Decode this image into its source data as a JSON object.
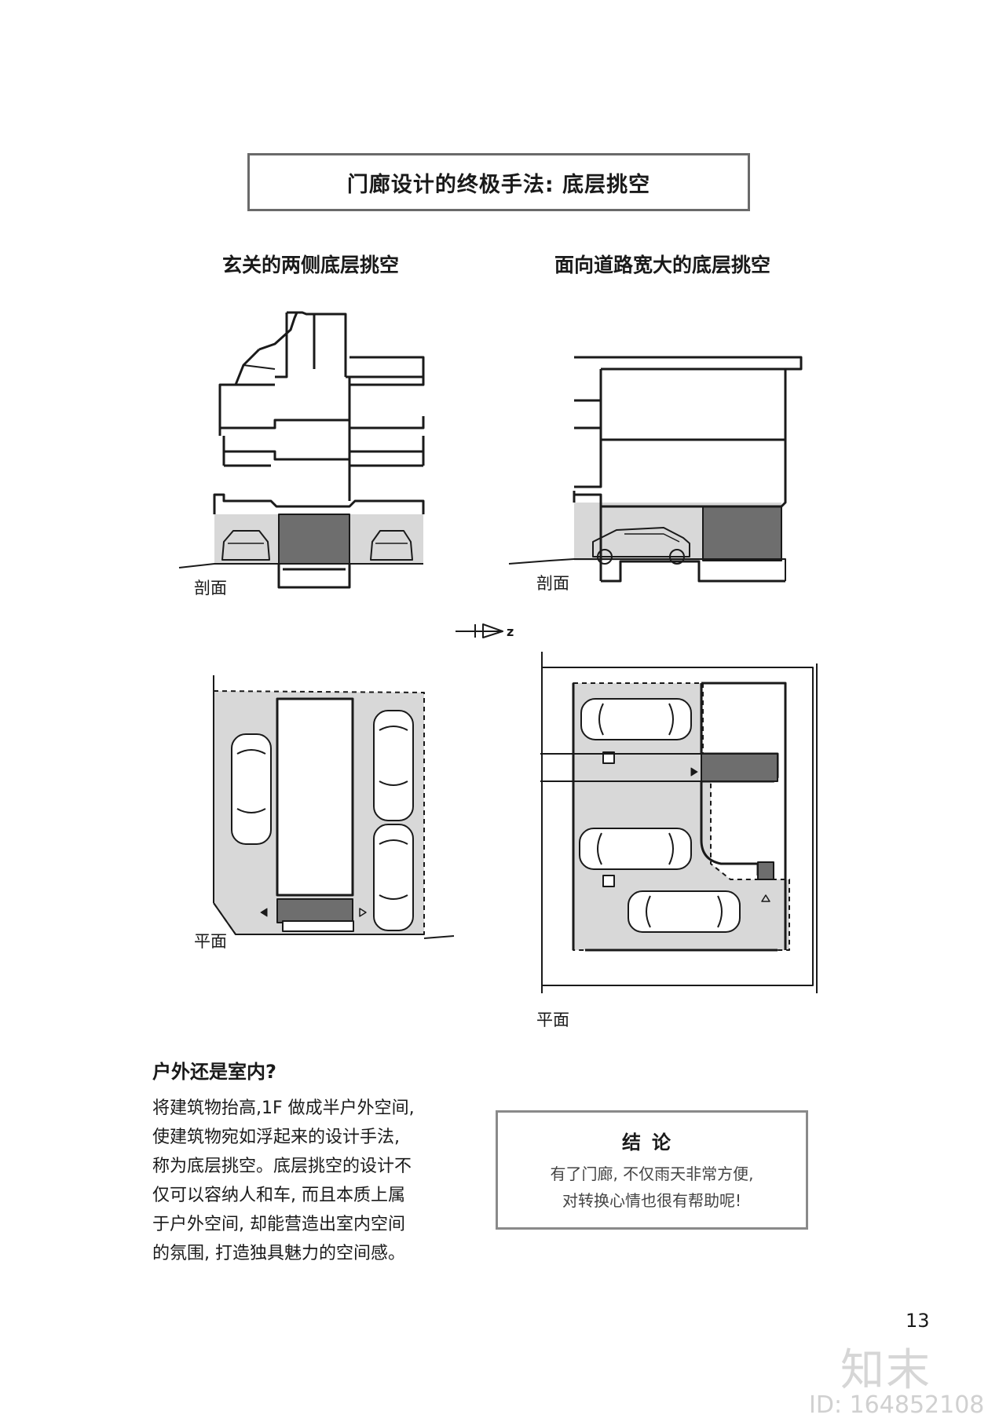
{
  "title": "门廊设计的终极手法: 底层挑空",
  "left": {
    "heading": "玄关的两侧底层挑空",
    "section_label": "剖面",
    "plan_label": "平面"
  },
  "right": {
    "heading": "面向道路宽大的底层挑空",
    "section_label": "剖面",
    "plan_label": "平面"
  },
  "north_mark": "z",
  "question": {
    "heading": "户外还是室内?",
    "lines": [
      "将建筑物抬高,1F 做成半户外空间,",
      "使建筑物宛如浮起来的设计手法,",
      "称为底层挑空。底层挑空的设计不",
      "仅可以容纳人和车, 而且本质上属",
      "于户外空间, 却能营造出室内空间",
      "的氛围, 打造独具魅力的空间感。"
    ]
  },
  "conclusion": {
    "title": "结论",
    "lines": [
      "有了门廊, 不仅雨天非常方便,",
      "对转换心情也很有帮助呢!"
    ]
  },
  "page_number": "13",
  "watermark": {
    "logo": "知末",
    "id": "ID: 164852108"
  },
  "colors": {
    "shade": "#d8d8d8",
    "dark": "#6e6e6e",
    "line": "#1a1a1a"
  }
}
